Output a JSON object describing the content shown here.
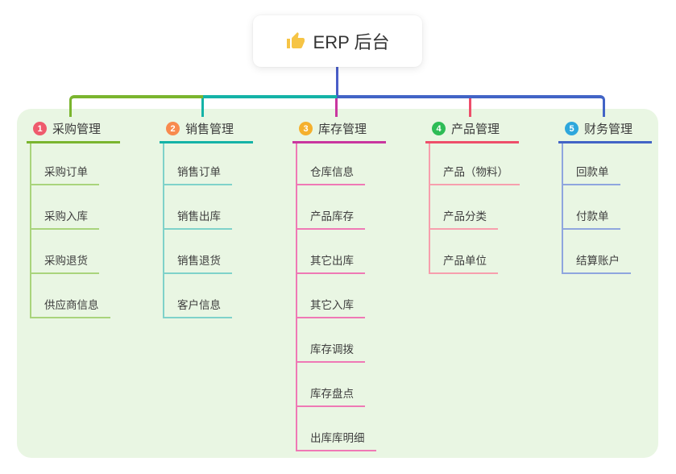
{
  "root": {
    "label": "ERP 后台",
    "icon": "thumbs-up-icon"
  },
  "colors": {
    "background": "#ffffff",
    "panel": "#e9f6e3",
    "root_card": "#ffffff",
    "root_line": "#4a5ec8",
    "text": "#3b3b3b",
    "thumb_icon": "#f6c445"
  },
  "branches": [
    {
      "badge": "1",
      "badge_color": "#ef5b6d",
      "label": "采购管理",
      "color": "#7ab52e",
      "light_color": "#a9d47c",
      "children": [
        "采购订单",
        "采购入库",
        "采购退货",
        "供应商信息"
      ]
    },
    {
      "badge": "2",
      "badge_color": "#f88a4e",
      "label": "销售管理",
      "color": "#14b3a7",
      "light_color": "#7fd2ca",
      "children": [
        "销售订单",
        "销售出库",
        "销售退货",
        "客户信息"
      ]
    },
    {
      "badge": "3",
      "badge_color": "#f5b02d",
      "label": "库存管理",
      "color": "#c9369f",
      "light_color": "#ef79b5",
      "children": [
        "仓库信息",
        "产品库存",
        "其它出库",
        "其它入库",
        "库存调拨",
        "库存盘点",
        "出库库明细"
      ]
    },
    {
      "badge": "4",
      "badge_color": "#2ebc56",
      "label": "产品管理",
      "color": "#ee4e6a",
      "light_color": "#f79fad",
      "children": [
        "产品（物料）",
        "产品分类",
        "产品单位"
      ]
    },
    {
      "badge": "5",
      "badge_color": "#2ea7dc",
      "label": "财务管理",
      "color": "#4264c6",
      "light_color": "#8fa6de",
      "children": [
        "回款单",
        "付款单",
        "结算账户"
      ]
    }
  ]
}
